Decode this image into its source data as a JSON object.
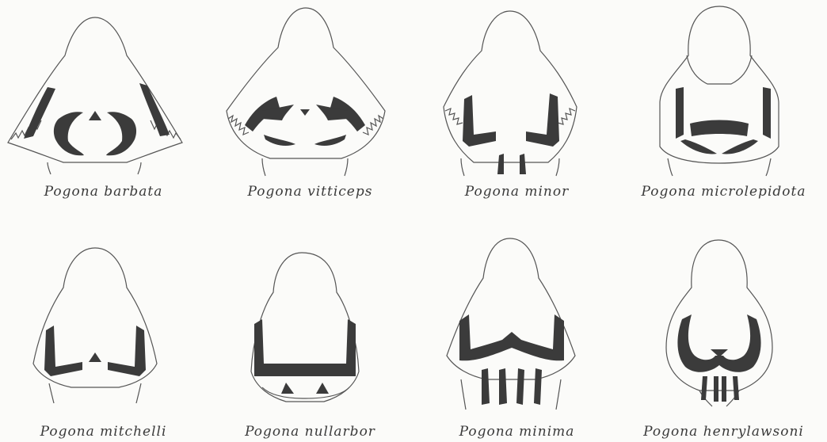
{
  "colors": {
    "background": "#fbfbf9",
    "line": "#555555",
    "ink": "#3b3b3b",
    "text": "#3a3a3a"
  },
  "species": [
    {
      "name": "Pogona barbata",
      "pattern": "barbata"
    },
    {
      "name": "Pogona vitticeps",
      "pattern": "vitticeps"
    },
    {
      "name": "Pogona minor",
      "pattern": "minor"
    },
    {
      "name": "Pogona microlepidota",
      "pattern": "microlepidota"
    },
    {
      "name": "Pogona mitchelli",
      "pattern": "mitchelli"
    },
    {
      "name": "Pogona nullarbor",
      "pattern": "nullarbor"
    },
    {
      "name": "Pogona minima",
      "pattern": "minima"
    },
    {
      "name": "Pogona henrylawsoni",
      "pattern": "henrylawsoni"
    }
  ]
}
